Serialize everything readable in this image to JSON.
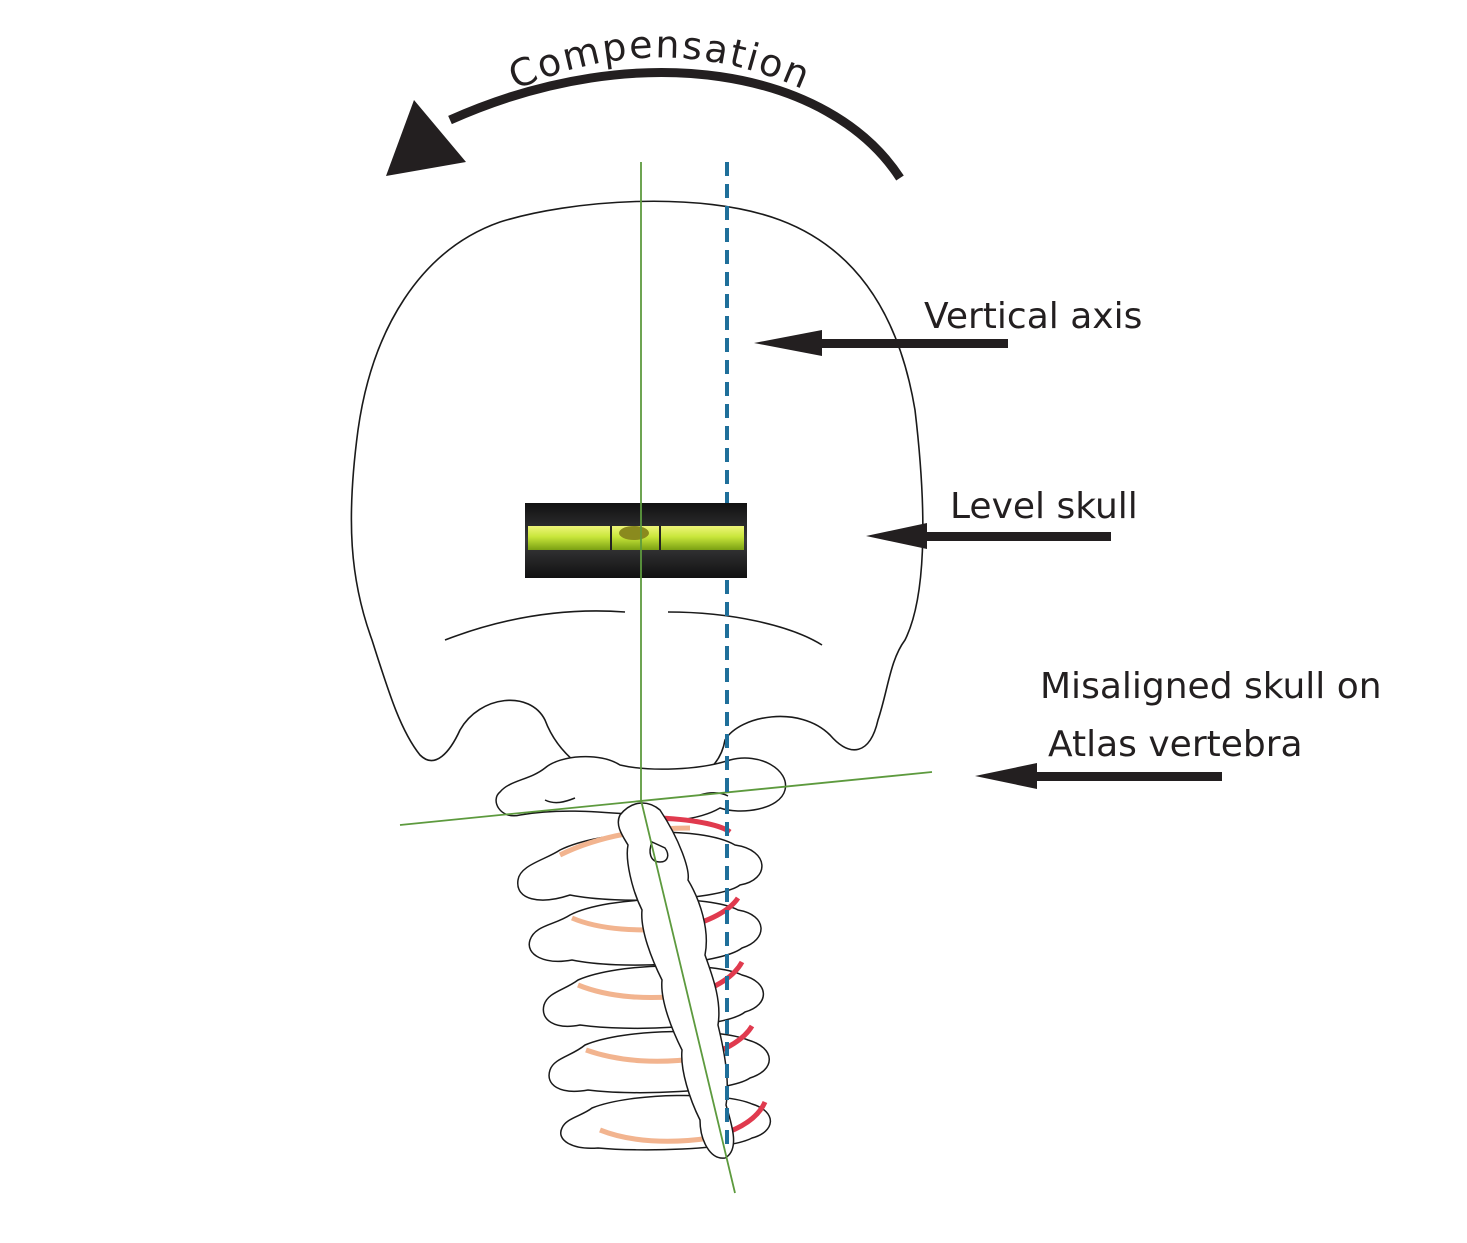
{
  "labels": {
    "compensation": "Compensation",
    "vertical_axis": "Vertical axis",
    "level_skull": "Level skull",
    "misaligned_line1": "Misaligned skull on",
    "misaligned_line2": "Atlas vertebra"
  },
  "colors": {
    "outline": "#1a1a1a",
    "arrow": "#231f20",
    "axis_green": "#5d9a3e",
    "axis_dashed_blue": "#1f6f9a",
    "disc_red": "#e03a4e",
    "disc_orange": "#f2b48f",
    "level_body": "#1c1c1e",
    "level_vial": "#c8e63a",
    "level_bubble": "#8a8a1e"
  }
}
